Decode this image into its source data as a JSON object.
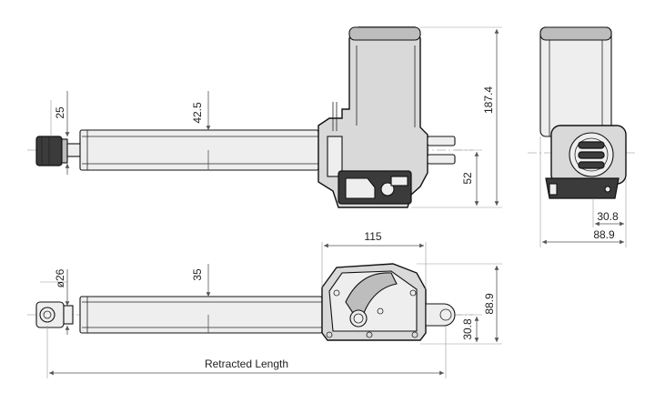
{
  "dimensions": {
    "d25": "25",
    "d42_5": "42.5",
    "d187_4": "187.4",
    "d52": "52",
    "d30_8_side": "30.8",
    "d88_9_side": "88.9",
    "d115": "115",
    "d_dia26": "ø26",
    "d35": "35",
    "d88_9": "88.9",
    "d30_8": "30.8",
    "retracted_length": "Retracted Length"
  }
}
